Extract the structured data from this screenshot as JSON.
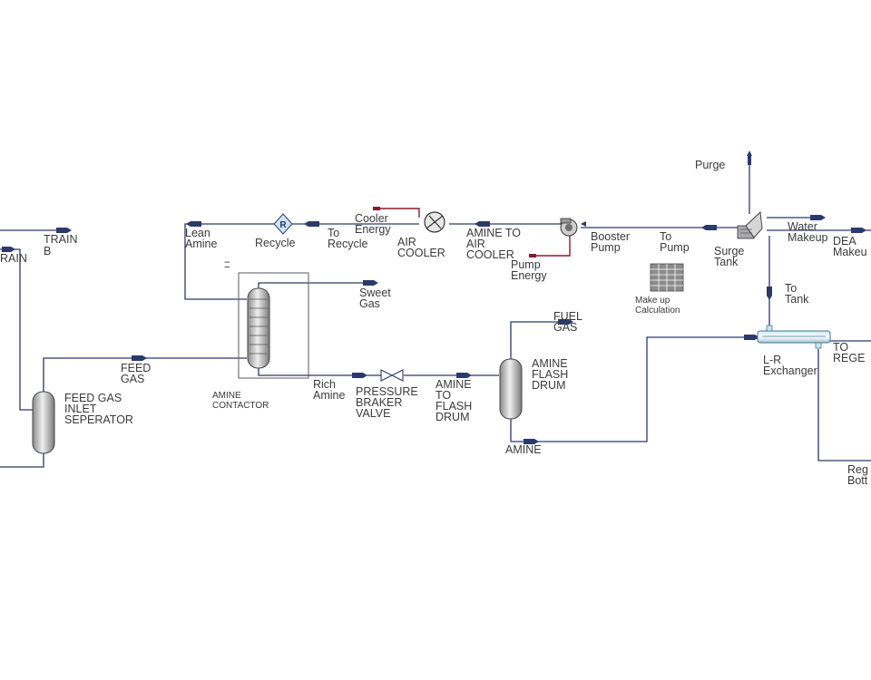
{
  "diagram": {
    "colors": {
      "stream": "#2b3a6b",
      "energy": "#8b1c2c",
      "vessel_light": "#e4e4e4",
      "vessel_dark": "#7a7a7a",
      "label": "#3a3a3a"
    },
    "labels": {
      "train_b": [
        "TRAIN",
        "B"
      ],
      "train_a": [
        "RAIN"
      ],
      "lean_amine": [
        "Lean",
        "Amine"
      ],
      "recycle_unit": [
        "Recycle"
      ],
      "recycle_icon": "R",
      "to_recycle": [
        "To",
        "Recycle"
      ],
      "cooler_energy": [
        "Cooler",
        "Energy"
      ],
      "air_cooler": [
        "AIR",
        "COOLER"
      ],
      "amine_to_air_cooler": [
        "AMINE TO",
        "AIR",
        "COOLER"
      ],
      "pump_energy": [
        "Pump",
        "Energy"
      ],
      "booster_pump": [
        "Booster",
        "Pump"
      ],
      "to_pump": [
        "To",
        "Pump"
      ],
      "surge_tank": [
        "Surge",
        "Tank"
      ],
      "purge": [
        "Purge"
      ],
      "water_makeup": [
        "Water",
        "Makeup"
      ],
      "dea_makeup": [
        "DEA",
        "Makeu"
      ],
      "to_tank": [
        "To",
        "Tank"
      ],
      "makeup_calc": [
        "Make up",
        "Calculation"
      ],
      "sweet_gas": [
        "Sweet",
        "Gas"
      ],
      "amine_contactor": [
        "AMINE",
        "CONTACTOR"
      ],
      "feed_gas_stream": [
        "FEED",
        "GAS"
      ],
      "feed_gas_separator": [
        "FEED GAS",
        "INLET",
        "SEPERATOR"
      ],
      "rich_amine": [
        "Rich",
        "Amine"
      ],
      "pressure_valve": [
        "PRESSURE",
        "BRAKER",
        "VALVE"
      ],
      "amine_to_flash": [
        "AMINE",
        "TO",
        "FLASH",
        "DRUM"
      ],
      "fuel_gas": [
        "FUEL",
        "GAS"
      ],
      "amine_flash_drum": [
        "AMINE",
        "FLASH",
        "DRUM"
      ],
      "amine_out": [
        "AMINE"
      ],
      "lr_exchanger": [
        "L-R",
        "Exchanger"
      ],
      "to_regen": [
        "TO",
        "REGE"
      ],
      "regen_bottoms": [
        "Reg",
        "Bott"
      ]
    }
  }
}
